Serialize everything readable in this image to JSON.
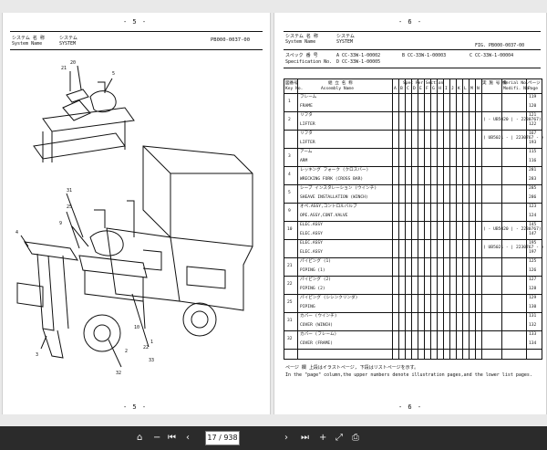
{
  "left_page": {
    "top_num": "- 5 -",
    "bottom_num": "- 5 -",
    "system_name_jp": "システム 名 称",
    "system_name_en": "System  Name",
    "system_val_jp": "システム",
    "system_val_en": "SYSTEM",
    "doc_code": "PB000-0037-00",
    "callouts": [
      "20",
      "21",
      "5",
      "31",
      "9",
      "4",
      "25",
      "10",
      "1",
      "2",
      "32",
      "3",
      "22",
      "33"
    ]
  },
  "right_page": {
    "top_num": "- 6 -",
    "bottom_num": "- 6 -",
    "system_name_jp": "システム 名 称",
    "system_name_en": "System  Name",
    "system_val_jp": "システム",
    "system_val_en": "SYSTEM",
    "fig_label": "FIG. PB000-0037-00",
    "spec_jp": "スペック 番 号",
    "spec_en": "Specification  No.",
    "spec_a": "A  CC-33W-1-00002",
    "spec_b": "B  CC-33W-1-00003",
    "spec_c": "C  CC-33W-1-00004",
    "spec_d": "D  CC-33W-1-00005",
    "hdr_key_jp": "図番号",
    "hdr_key_en": "Key No.",
    "hdr_assy_jp": "組 立 名 称",
    "hdr_assy_en": "Assembly  Name",
    "hdr_spec": "Spec Per Section",
    "hdr_sn": "実 施 号 機",
    "hdr_sn_en": "Serial No.",
    "hdr_serial": "Serial No.",
    "hdr_modif": "Modifi. No.",
    "hdr_page": "ページ",
    "hdr_page_en": "Page",
    "spec_cols": [
      "A",
      "B",
      "C",
      "D",
      "E",
      "F",
      "G",
      "H",
      "I",
      "J",
      "K",
      "L",
      "M",
      "N"
    ],
    "rows": [
      {
        "key": "1",
        "jp": "フレーム",
        "en": "FRAME",
        "pages": [
          "119",
          "120"
        ],
        "serial": "",
        "modif": ""
      },
      {
        "key": "2",
        "jp": "リフタ",
        "en": "LIFTER",
        "pages": [
          "121",
          "122"
        ],
        "serial": "( - UB5020 | - 2230767)",
        "modif": ""
      },
      {
        "key": "",
        "jp": "リフタ",
        "en": "LIFTER",
        "pages": [
          "167",
          "193"
        ],
        "serial": "( UB5021 - | 2230767 - )",
        "modif": ""
      },
      {
        "key": "3",
        "jp": "アーム",
        "en": "ARM",
        "pages": [
          "115",
          "116"
        ],
        "serial": "",
        "modif": ""
      },
      {
        "key": "4",
        "jp": "レッキング フォーク (クロスバー)",
        "en": "WRECKING FORK (CROSS BAR)",
        "pages": [
          "281",
          "283"
        ],
        "serial": "",
        "modif": ""
      },
      {
        "key": "5",
        "jp": "シーブ インスタレーション (ウインチ)",
        "en": "SHEAVE INSTALLATION (WINCH)",
        "pages": [
          "285",
          "286"
        ],
        "serial": "",
        "modif": ""
      },
      {
        "key": "9",
        "jp": "オペ.ASSY,コントロルバルブ",
        "en": "OPE.ASSY,CONT.VALVE",
        "pages": [
          "123",
          "124"
        ],
        "serial": "",
        "modif": ""
      },
      {
        "key": "10",
        "jp": "ELEC.ASSY",
        "en": "ELEC.ASSY",
        "pages": [
          "145",
          "147"
        ],
        "serial": "( - UB5020 | - 2230767)",
        "modif": ""
      },
      {
        "key": "",
        "jp": "ELEC.ASSY",
        "en": "ELEC.ASSY",
        "pages": [
          "195",
          "197"
        ],
        "serial": "( UB5021 - | 2230767 - )",
        "modif": ""
      },
      {
        "key": "21",
        "jp": "パイピング (1)",
        "en": "PIPING (1)",
        "pages": [
          "125",
          "126"
        ],
        "serial": "",
        "modif": ""
      },
      {
        "key": "22",
        "jp": "パイピング (2)",
        "en": "PIPING (2)",
        "pages": [
          "127",
          "128"
        ],
        "serial": "",
        "modif": ""
      },
      {
        "key": "25",
        "jp": "パイピング (シシンクリンダ)",
        "en": "PIPING",
        "pages": [
          "129",
          "130"
        ],
        "serial": "",
        "modif": ""
      },
      {
        "key": "31",
        "jp": "カバー (ウインチ)",
        "en": "COVER (WINCH)",
        "pages": [
          "131",
          "132"
        ],
        "serial": "",
        "modif": ""
      },
      {
        "key": "32",
        "jp": "カバー (フレーム)",
        "en": "COVER (FRAME)",
        "pages": [
          "133",
          "134"
        ],
        "serial": "",
        "modif": ""
      }
    ],
    "note_jp": "ページ 欄  上段はイラストページ, 下段はリストページを示す。",
    "note_en": "In the \"page\" column,the upper numbers denote illustration pages,and the lower list pages."
  },
  "toolbar": {
    "current_page": "17 / 938",
    "prev_icon": "chevron-left-icon",
    "next_icon": "chevron-right-icon",
    "first_icon": "first-page-icon",
    "last_icon": "last-page-icon",
    "zoom_in_icon": "zoom-in-icon",
    "zoom_out_icon": "zoom-out-icon",
    "fit_icon": "fit-page-icon",
    "home_icon": "home-icon",
    "print_icon": "print-icon"
  }
}
